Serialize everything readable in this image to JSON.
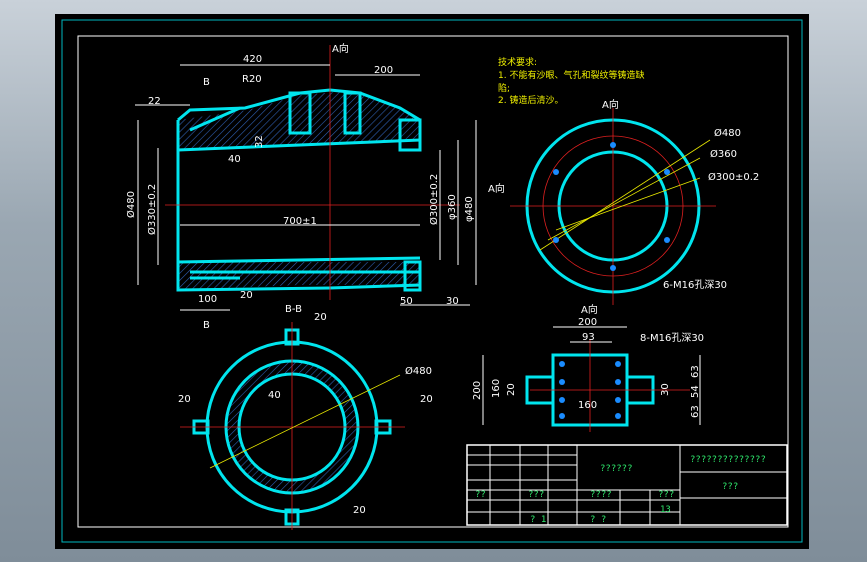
{
  "front": {
    "dim_420": "420",
    "dim_200": "200",
    "dim_r20": "R20",
    "dim_22": "22",
    "section_b": "B",
    "dim_40": "40",
    "dim_700": "700±1",
    "dim_100": "100",
    "dim_20": "20",
    "dim_50": "50",
    "dim_30": "30",
    "label_a": "A向",
    "dim_d480": "Ø480",
    "dim_d330": "Ø330±0.2",
    "dim_d300": "Ø300±0.2",
    "dim_d360": "φ360",
    "dim_d480_b": "φ480",
    "dim_32": "32"
  },
  "tech": {
    "title": "技术要求:",
    "line1": "1. 不能有沙眼、气孔和裂纹等铸造缺",
    "line1b": "陷;",
    "line2": "2. 铸造后清沙。"
  },
  "end": {
    "label_a": "A向",
    "dim_480": "Ø480",
    "dim_360": "Ø360",
    "dim_300": "Ø300±0.2",
    "holes": "6-M16孔深30"
  },
  "bb": {
    "title": "B-B",
    "dim_20": "20",
    "dim_480": "Ø480",
    "dim_40": "40"
  },
  "top": {
    "label_a": "A向",
    "dim_200": "200",
    "dim_93": "93",
    "holes": "8-M16孔深30",
    "dim_160": "160",
    "dim_20": "20",
    "dim_63": "63",
    "dim_54": "54",
    "dim_30": "30"
  },
  "title_block": {
    "drawing_name": "??????",
    "company": "??????????????",
    "code": "???",
    "cell_a": "???",
    "cell_b": "????",
    "cell_c": "???",
    "cell_d": "13",
    "cell_e": "?  ?",
    "cell_f": "? 1",
    "cell_g": "??"
  }
}
